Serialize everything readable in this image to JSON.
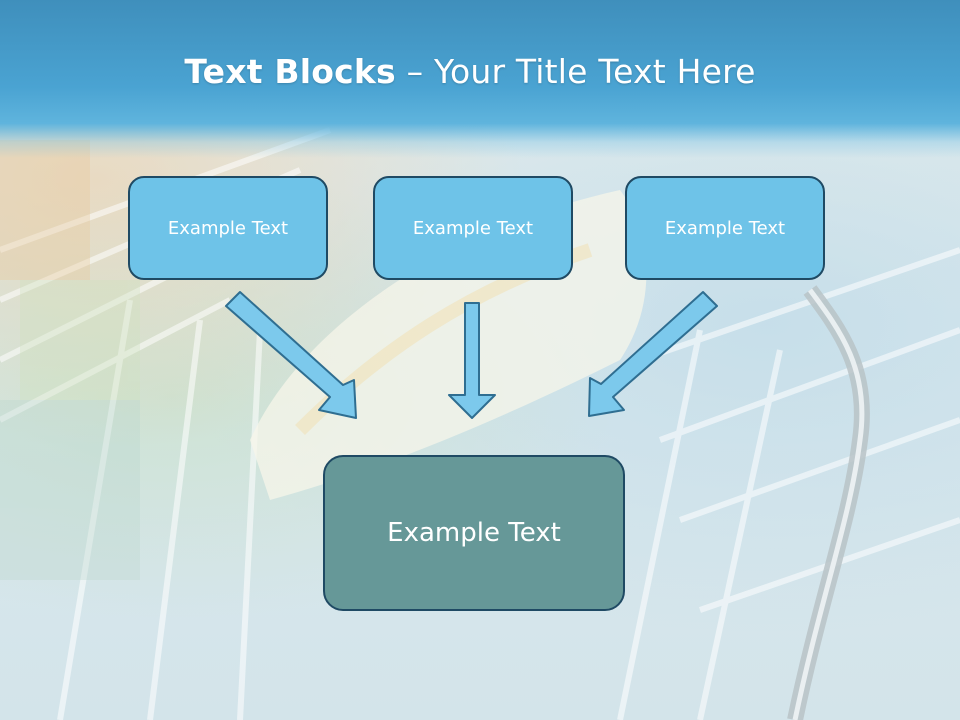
{
  "title": {
    "bold": "Text Blocks",
    "dash": " – ",
    "rest": "Your Title Text Here"
  },
  "blocks": {
    "top": [
      "Example Text",
      "Example Text",
      "Example Text"
    ],
    "bottom": "Example Text"
  },
  "colors": {
    "title_band": "#4aa3d2",
    "top_box_fill": "#6ec3e8",
    "bottom_box_fill": "#669898",
    "box_border": "#1f4a64",
    "arrow_fill": "#7cc9ec"
  }
}
